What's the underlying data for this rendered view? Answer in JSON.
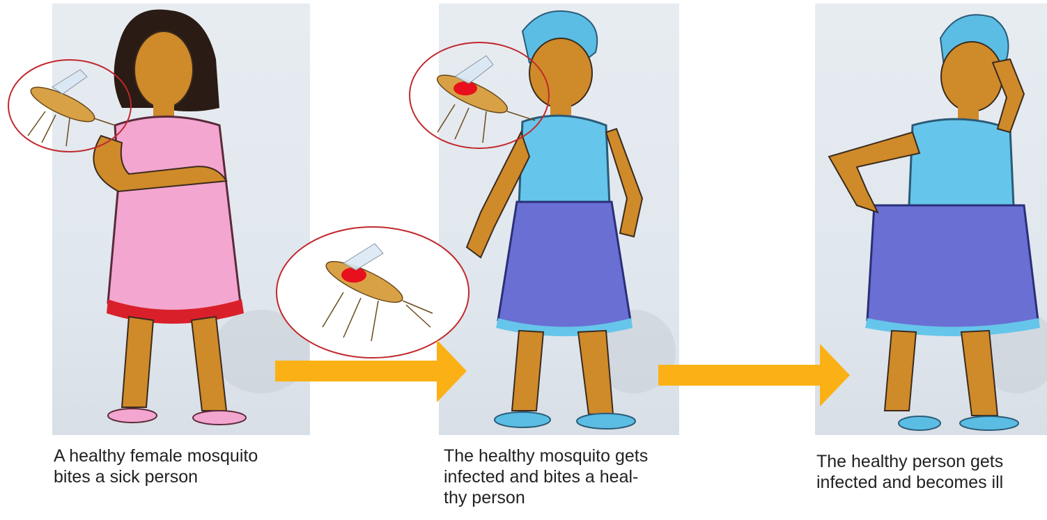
{
  "colors": {
    "panel_bg": "#e3e9ef",
    "skin": "#cf8a2a",
    "outline": "#3b2a1e",
    "pink_dress": "#f3a6cf",
    "red_hem": "#d9202a",
    "blue_top": "#66c5ea",
    "purple_skirt": "#6a6fd3",
    "headscarf": "#5bbde3",
    "arrow": "#fbb116",
    "highlight_circle": "#c0282d",
    "blood_dot": "#e8101c",
    "mosquito_body": "#d9a146"
  },
  "panels": [
    {
      "figure": "sick-woman-pink-dress",
      "mosquito": "healthy-mosquito",
      "caption": "A healthy female mosquito\nbites a sick person"
    },
    {
      "figure": "woman-blue-top-smiling",
      "mosquito": "infected-mosquito",
      "caption": "The healthy mosquito gets\ninfected and bites a heal-\nthy person"
    },
    {
      "figure": "woman-blue-top-holding-head",
      "mosquito": "",
      "caption": "The healthy person gets\ninfected and becomes ill"
    }
  ],
  "arrows": [
    "arrow-right",
    "arrow-right"
  ]
}
